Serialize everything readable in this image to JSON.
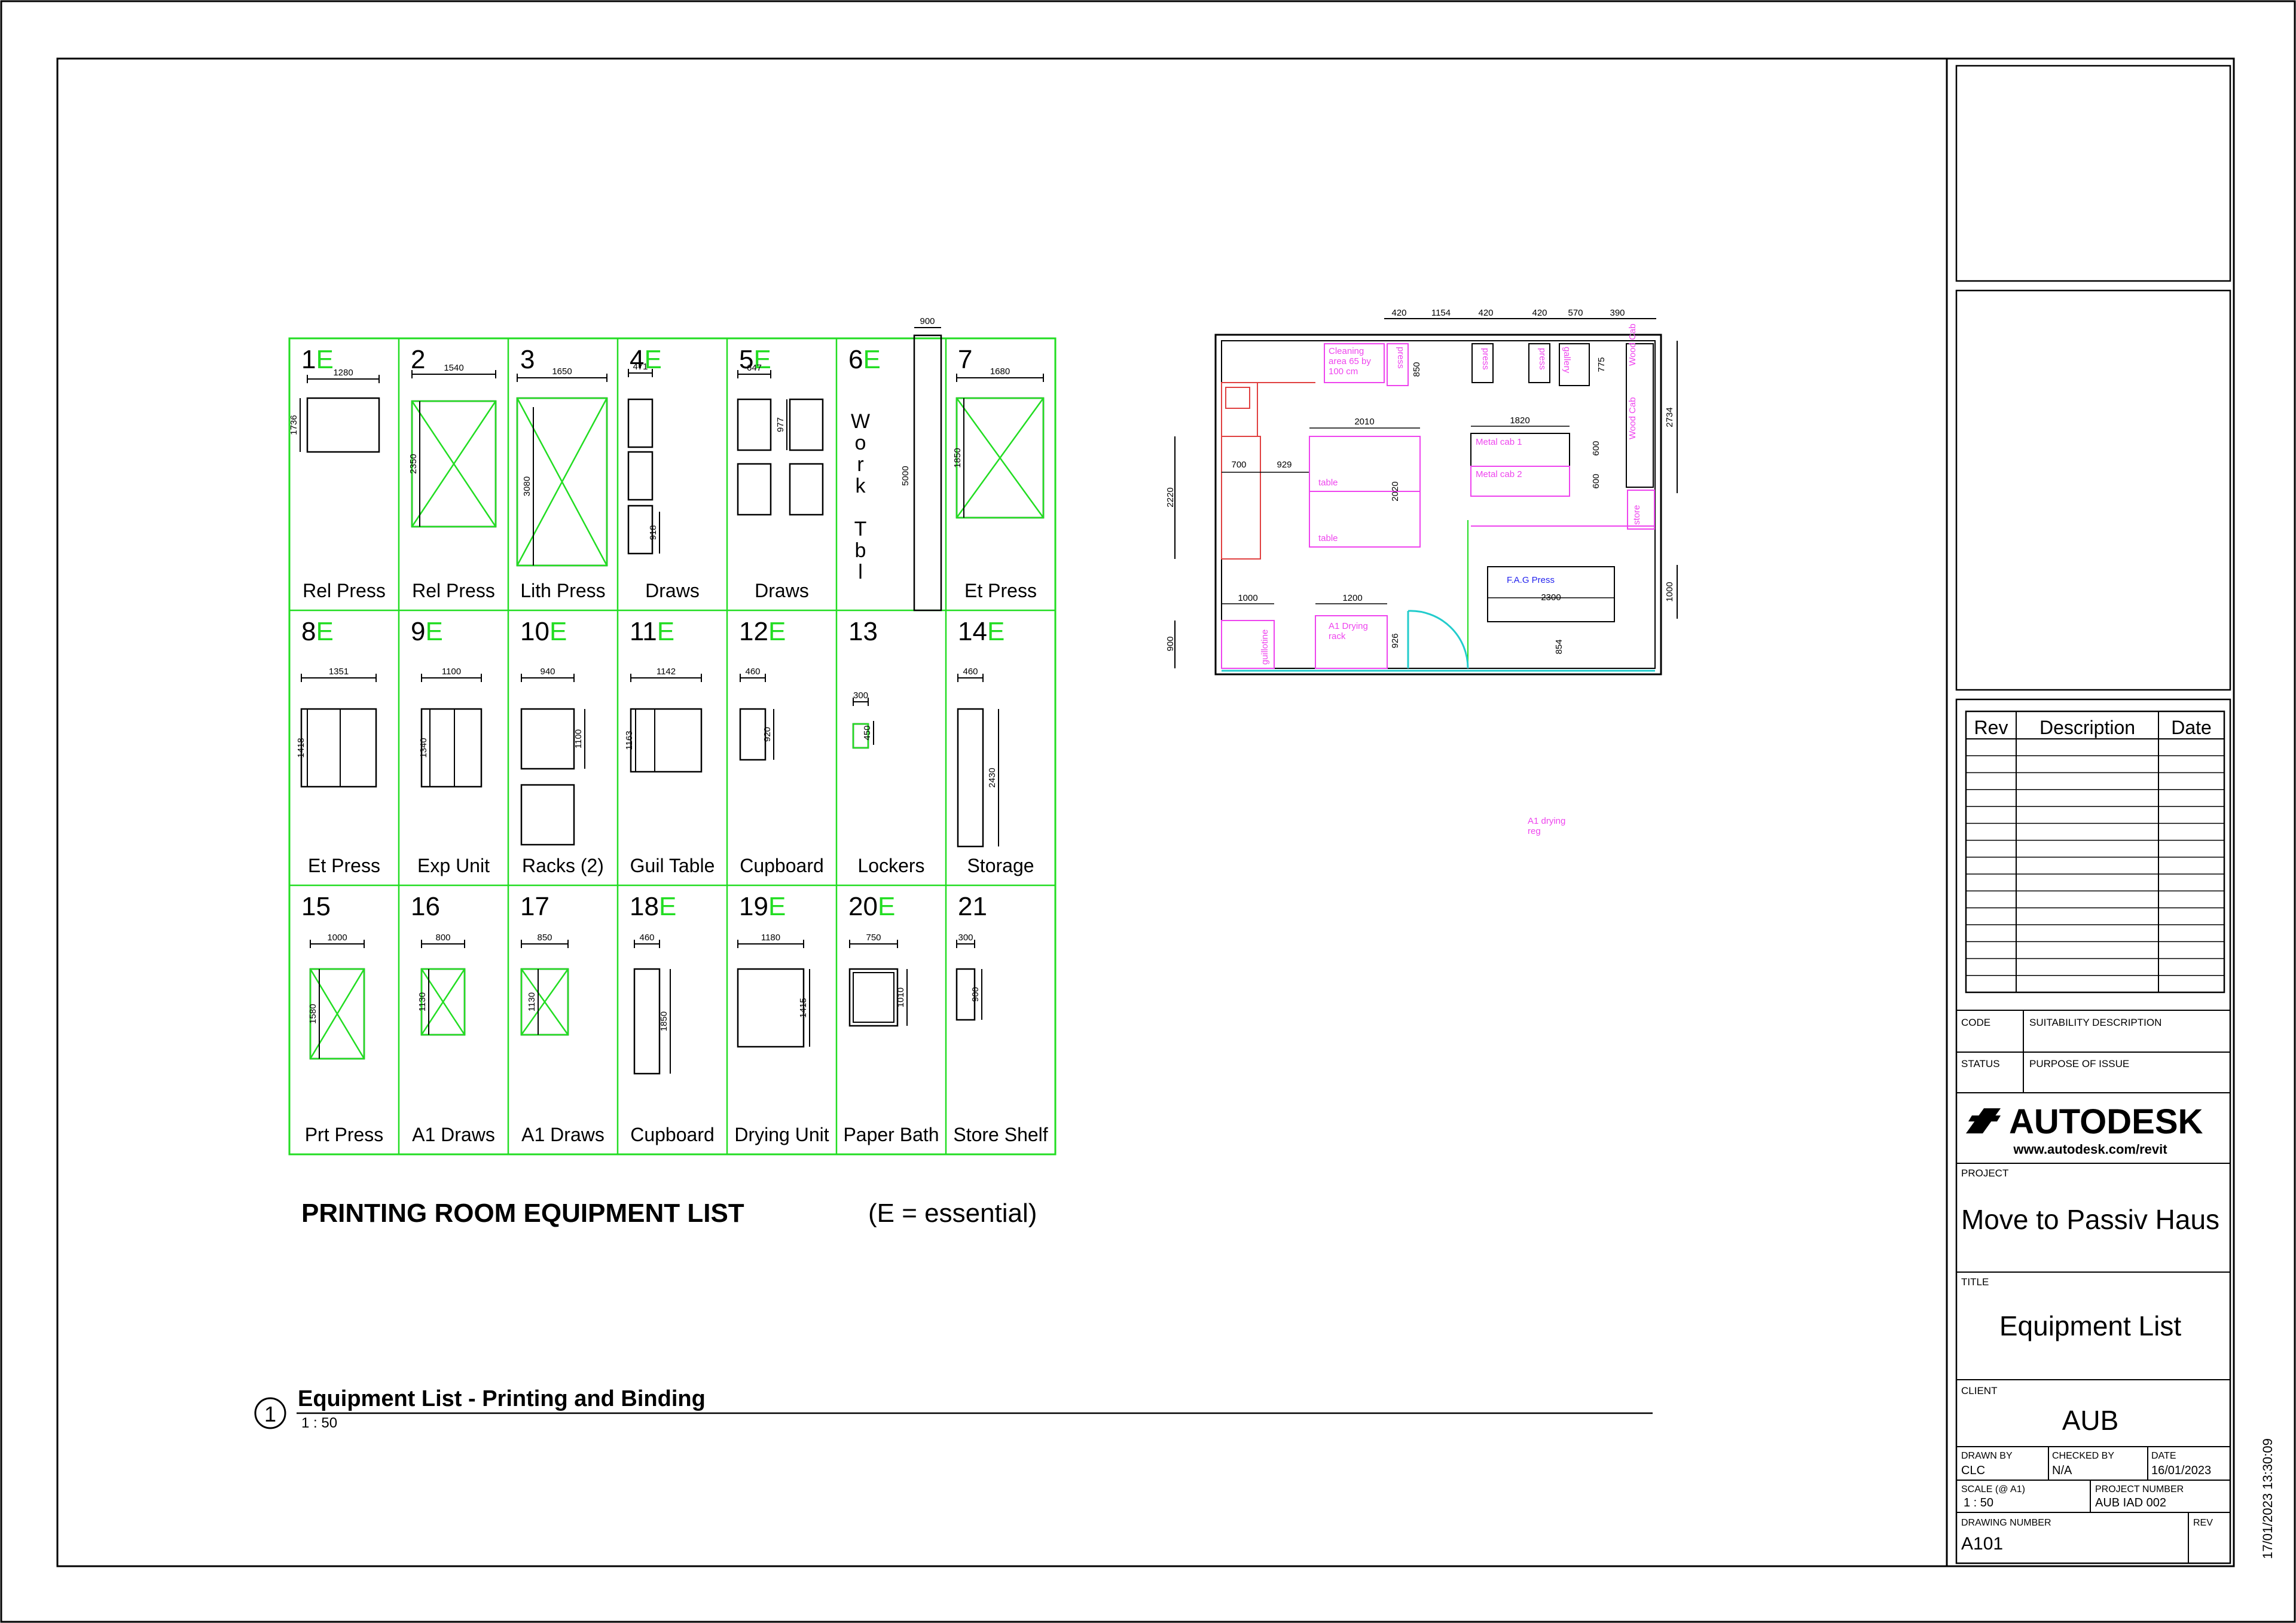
{
  "colors": {
    "grid": "#22dd22",
    "essential": "#22dd22",
    "pink": "#ee44ee",
    "blue": "#2222ee",
    "cyan": "#22cccc",
    "red": "#e04040",
    "ink": "#000000"
  },
  "equipment": {
    "title": "PRINTING ROOM EQUIPMENT LIST",
    "legend": "(E = essential)",
    "essential_mark": "E",
    "items": [
      {
        "num": "1",
        "essential": true,
        "name": "Rel Press",
        "w": "1280",
        "h": "1736"
      },
      {
        "num": "2",
        "essential": false,
        "name": "Rel Press",
        "w": "1540",
        "h": "2350"
      },
      {
        "num": "3",
        "essential": false,
        "name": "Lith Press",
        "w": "1650",
        "h": "3080"
      },
      {
        "num": "4",
        "essential": true,
        "name": "Draws",
        "w": "471",
        "h": "918"
      },
      {
        "num": "5",
        "essential": true,
        "name": "Draws",
        "w": "647",
        "h": "977"
      },
      {
        "num": "6",
        "essential": true,
        "name": "",
        "w": "900",
        "h": "5000",
        "vertical_text": [
          "W",
          "o",
          "r",
          "k",
          "",
          "T",
          "b",
          "l"
        ]
      },
      {
        "num": "7",
        "essential": false,
        "name": "Et Press",
        "w": "1680",
        "h": "1850"
      },
      {
        "num": "8",
        "essential": true,
        "name": "Et Press",
        "w": "1351",
        "h": "1418"
      },
      {
        "num": "9",
        "essential": true,
        "name": "Exp Unit",
        "w": "1100",
        "h": "1340"
      },
      {
        "num": "10",
        "essential": true,
        "name": "Racks (2)",
        "w": "940",
        "h": "1100"
      },
      {
        "num": "11",
        "essential": true,
        "name": "Guil Table",
        "w": "1142",
        "h": "1163"
      },
      {
        "num": "12",
        "essential": true,
        "name": "Cupboard",
        "w": "460",
        "h": "920"
      },
      {
        "num": "13",
        "essential": false,
        "name": "Lockers",
        "w": "300",
        "h": "450"
      },
      {
        "num": "14",
        "essential": true,
        "name": "Storage",
        "w": "460",
        "h": "2430"
      },
      {
        "num": "15",
        "essential": false,
        "name": "Prt Press",
        "w": "1000",
        "h": "1580"
      },
      {
        "num": "16",
        "essential": false,
        "name": "A1 Draws",
        "w": "800",
        "h": "1130"
      },
      {
        "num": "17",
        "essential": false,
        "name": "A1 Draws",
        "w": "850",
        "h": "1130"
      },
      {
        "num": "18",
        "essential": true,
        "name": "Cupboard",
        "w": "460",
        "h": "1850"
      },
      {
        "num": "19",
        "essential": true,
        "name": "Drying Unit",
        "w": "1180",
        "h": "1415"
      },
      {
        "num": "20",
        "essential": true,
        "name": "Paper Bath",
        "w": "750",
        "h": "1010"
      },
      {
        "num": "21",
        "essential": false,
        "name": "Store Shelf",
        "w": "300",
        "h": "900"
      }
    ]
  },
  "plan": {
    "top_dims": [
      "420",
      "1154",
      "420",
      "420",
      "570",
      "390"
    ],
    "labels": {
      "cleaning": [
        "Cleaning",
        "area 65 by",
        "100 cm"
      ],
      "table_a": "table",
      "table_b": "table",
      "metal_1": "Metal cab 1",
      "metal_2": "Metal cab 2",
      "fag_press": "F.A.G Press",
      "guillotine": "guillotine",
      "a1_rack": [
        "A1 Drying",
        "rack"
      ],
      "a1_reg": [
        "A1 drying",
        "reg"
      ],
      "press_1": "press",
      "press_2": "press",
      "press_3": "press",
      "gallery": "gallery",
      "wood_cab_1": "Wood Cab",
      "wood_cab_2": "Wood Cab",
      "store": "store"
    },
    "dims": {
      "d850": "850",
      "d775": "775",
      "d2734": "2734",
      "d2220": "2220",
      "d700": "700",
      "d929": "929",
      "d2010": "2010",
      "d2020": "2020",
      "d1820": "1820",
      "d600a": "600",
      "d600b": "600",
      "d2300": "2300",
      "d1000r": "1000",
      "d1000": "1000",
      "d1200": "1200",
      "d900": "900",
      "d926": "926",
      "d854": "854"
    }
  },
  "view_title": {
    "number": "1",
    "text": "Equipment List - Printing and Binding",
    "scale": "1 : 50"
  },
  "revisions": {
    "headers": [
      "Rev",
      "Description",
      "Date"
    ],
    "row_count": 15
  },
  "titleblock": {
    "code_label": "CODE",
    "suit_label": "SUITABILITY DESCRIPTION",
    "status_label": "STATUS",
    "purpose_label": "PURPOSE OF ISSUE",
    "brand": "AUTODESK",
    "brand_url": "www.autodesk.com/revit",
    "project_label": "PROJECT",
    "project": "Move to Passiv Haus",
    "title_label": "TITLE",
    "title": "Equipment List",
    "client_label": "CLIENT",
    "client": "AUB",
    "drawn_by_label": "DRAWN BY",
    "drawn_by": "CLC",
    "checked_by_label": "CHECKED BY",
    "checked_by": "N/A",
    "date_label": "DATE",
    "date": "16/01/2023",
    "scale_label": "SCALE (@ A1)",
    "scale": "1 : 50",
    "project_number_label": "PROJECT NUMBER",
    "project_number": "AUB IAD 002",
    "drawing_number_label": "DRAWING NUMBER",
    "drawing_number": "A101",
    "rev_label": "REV",
    "timestamp": "17/01/2023 13:30:09"
  }
}
